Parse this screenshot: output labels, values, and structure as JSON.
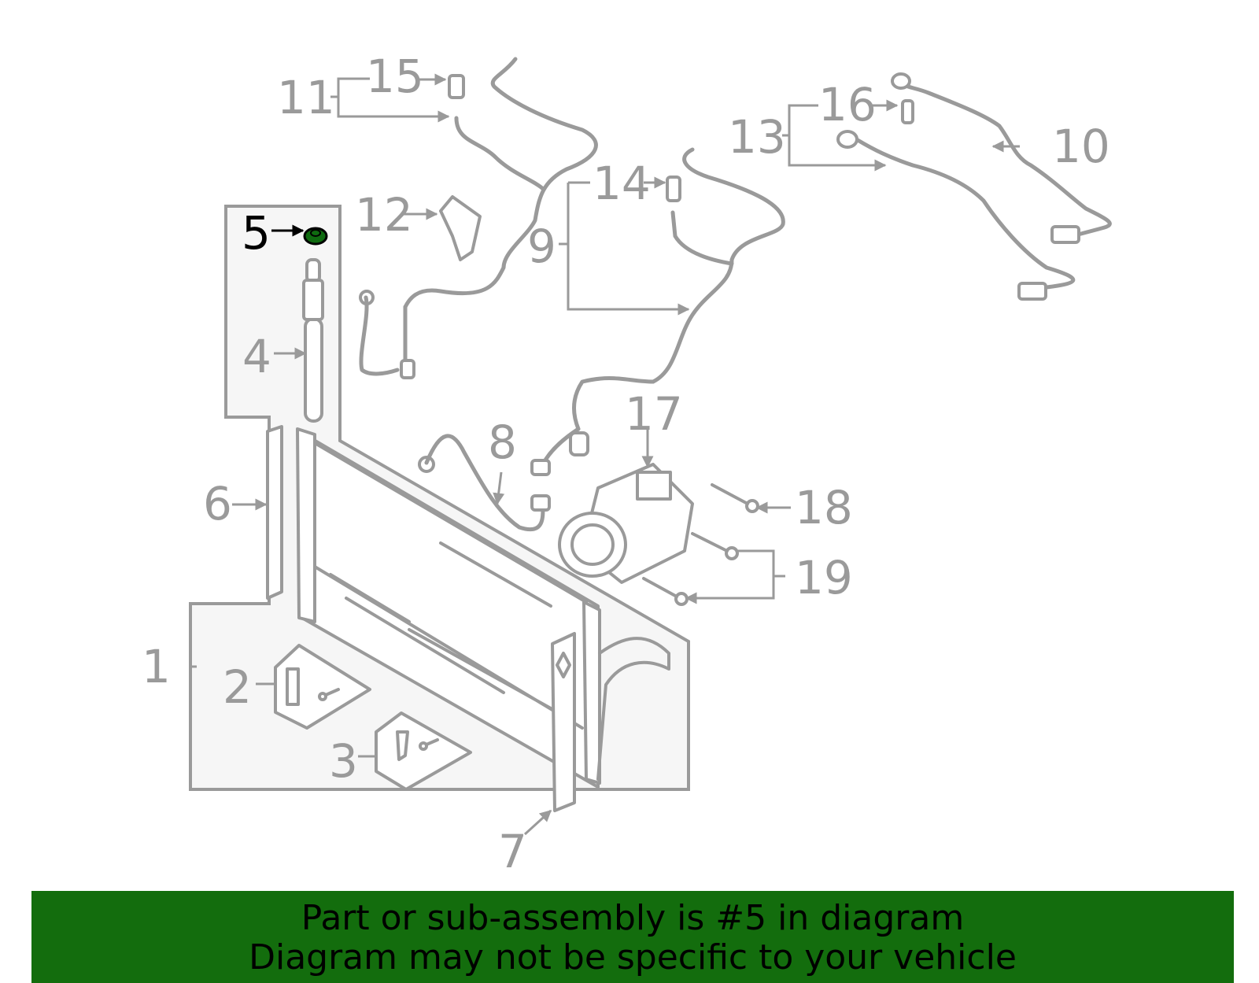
{
  "diagram": {
    "callouts": {
      "c1": "1",
      "c2": "2",
      "c3": "3",
      "c4": "4",
      "c5": "5",
      "c6": "6",
      "c7": "7",
      "c8": "8",
      "c9": "9",
      "c10": "10",
      "c11": "11",
      "c12": "12",
      "c13": "13",
      "c14": "14",
      "c15": "15",
      "c16": "16",
      "c17": "17",
      "c18": "18",
      "c19": "19"
    },
    "highlighted_part": "5",
    "colors": {
      "line": "#9a9a9a",
      "highlight_part": "#0f6b10",
      "box_fill": "#f6f6f6"
    }
  },
  "banner": {
    "line1": "Part or sub-assembly is #5 in diagram",
    "line2": "Diagram may not be specific to your vehicle",
    "background": "#136d0d"
  }
}
